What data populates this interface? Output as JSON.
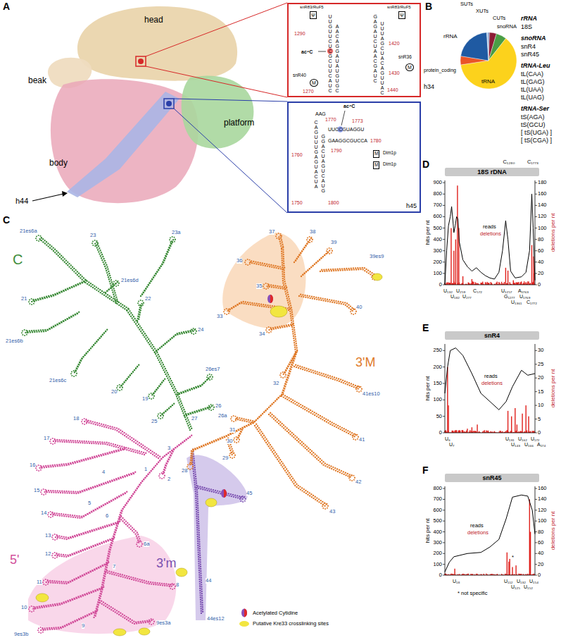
{
  "diagram": {
    "nodes": [
      {
        "text": [
          "h34"
        ]
      },
      {
        "text": [
          "h45"
        ]
      },
      {
        "text": [
          "18S rDNA"
        ]
      },
      {
        "text": [
          "snR4"
        ]
      },
      {
        "text": [
          "snR45"
        ]
      }
    ],
    "labels": [
      "A",
      "head",
      "beak",
      "platform",
      "body",
      "h44",
      "snR83/RuF5",
      "snR83/RuF5",
      "1290",
      "1420",
      "ac⁴C",
      "snR36",
      "1430",
      "snR40",
      "1270",
      "1440",
      "UUGUUCUCGCUUCAUC",
      "AACAGGAUAUGUGC",
      "GAGAUCUAACGAUC",
      "UUUAGCUACAGUUAC",
      "Ψ",
      "Ψ",
      "M",
      "M",
      "ac⁴C",
      "1770",
      "1773",
      "1760",
      "1780",
      "1790",
      "1750",
      "1800",
      "Dim1p",
      "Dim1p",
      "M",
      "M",
      "AAG",
      "CAGUUUGAGUACUA",
      "GGACUAGUCAUG",
      "UUCCGUAGGU",
      "GAAGGCGUCCA",
      "B",
      "SUTs",
      "XUTs",
      "CUTs",
      "snoRNA",
      "rRNA",
      "protein_coding",
      "tRNA",
      "rRNA",
      "18S",
      "snoRNA",
      "snR4",
      "snR45",
      "tRNA-Leu",
      "tL(CAA)",
      "tL(GAG)",
      "tL(UAA)",
      "tL(UAG)",
      "tRNA-Ser",
      "tS(AGA)",
      "tS(GCU)",
      "[ tS(UGA) ]",
      "[ tS(CGA) ]",
      "D",
      "C₁₂₈₀",
      "C₁₇₇₃",
      "0",
      "100",
      "200",
      "300",
      "400",
      "500",
      "600",
      "700",
      "800",
      "900",
      "0",
      "20",
      "40",
      "60",
      "80",
      "100",
      "120",
      "140",
      "160",
      "180",
      "hits per nt",
      "deletions per nt",
      "reads",
      "deletions",
      "U₁₃₂",
      "U₁₈₂",
      "U₂₅₉",
      "U₂₇₇",
      "C₅₇₂",
      "U₁₂₅₇",
      "G₁₂₇₇",
      "U₁₃₆₁",
      "A₁₇₆₃",
      "U₁₇₆₉",
      "C₁₇₇₂",
      "E",
      "0",
      "50",
      "100",
      "150",
      "200",
      "250",
      "0",
      "5",
      "10",
      "15",
      "20",
      "25",
      "30",
      "hits per nt",
      "deletions per nt",
      "reads",
      "deletions",
      "U₆",
      "U₇",
      "U₁₃₁",
      "U₁₄₃",
      "U₁₆₂",
      "U₁₆₆",
      "U₁₇₂",
      "A₁₇₄",
      "F",
      "0",
      "100",
      "200",
      "300",
      "400",
      "500",
      "600",
      "700",
      "800",
      "0",
      "20",
      "40",
      "60",
      "80",
      "100",
      "120",
      "140",
      "160",
      "hits per nt",
      "deletions per nt",
      "reads",
      "deletions",
      "*",
      "U₁₈",
      "U₁₁₂",
      "U₁₂₅",
      "U₁₃₂",
      "U₁₅₂",
      "U₁₅₄",
      "* not specific",
      "C",
      "C",
      "5'",
      "3'M",
      "3'm",
      "21es6a",
      "23",
      "23a",
      "21es6d",
      "21",
      "21es6b",
      "22",
      "24",
      "21es6c",
      "20",
      "19",
      "25",
      "26es7",
      "26",
      "27",
      "17",
      "16",
      "15",
      "14",
      "13",
      "12",
      "11",
      "10",
      "9es3b",
      "9",
      "9es3a",
      "8",
      "7",
      "6a",
      "6",
      "5",
      "4",
      "18",
      "3",
      "1",
      "2",
      "28",
      "26a",
      "31",
      "30",
      "29",
      "32",
      "33",
      "34",
      "35",
      "36",
      "37",
      "38",
      "39",
      "39es9",
      "40",
      "41es10",
      "41",
      "42",
      "43",
      "44",
      "44es12",
      "45"
    ],
    "legend": [
      {
        "text": "Acetylated Cytidine"
      },
      {
        "text": "Putative Kre33 crosslinking sites",
        "color": "#f2e640"
      }
    ]
  }
}
